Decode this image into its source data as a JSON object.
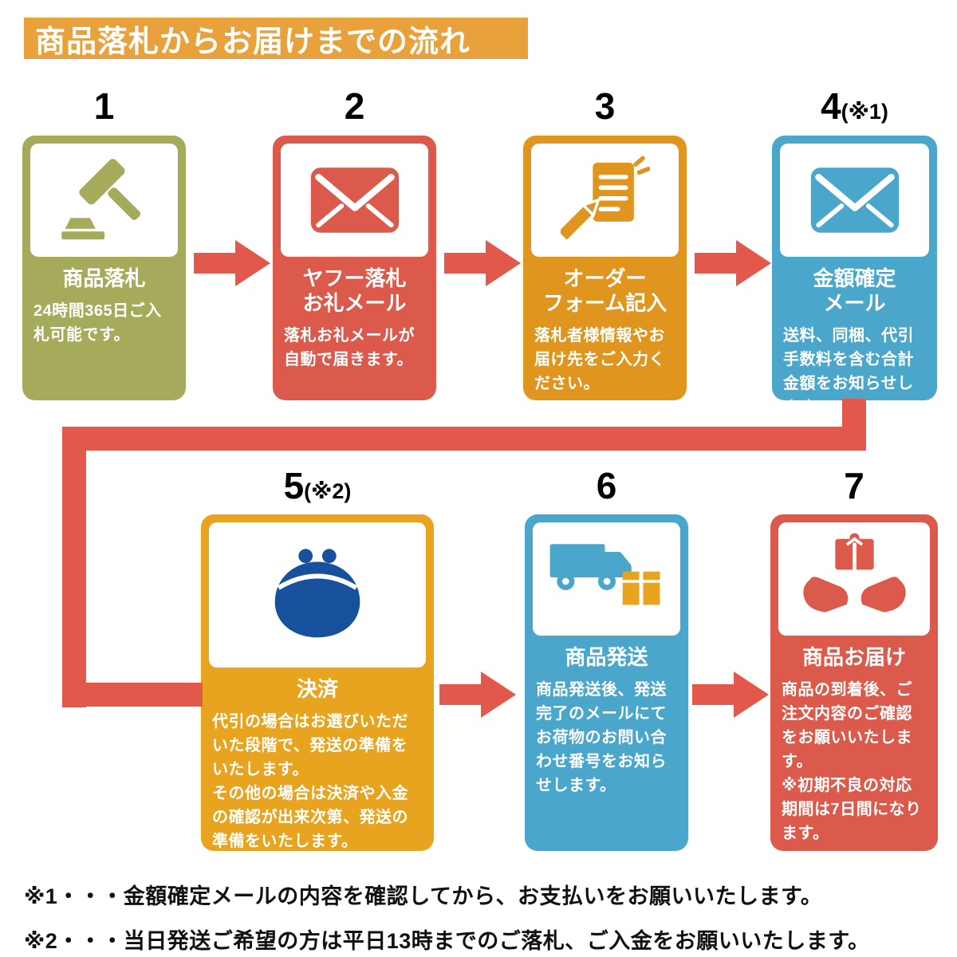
{
  "header": {
    "title": "商品落札からお届けまでの流れ"
  },
  "colors": {
    "banner_orange": "#E9A23B",
    "olive": "#A5AB5A",
    "red": "#DB5A4B",
    "orange": "#E0951E",
    "orange_payment": "#E8A41F",
    "blue": "#4AA7CB",
    "arrow_red": "#E2584A",
    "purse_navy": "#17519E",
    "text_black": "#111111"
  },
  "steps": [
    {
      "number": "1",
      "number_suffix": "",
      "title": "商品落札",
      "desc": "24時間365日ご入札可能です。",
      "icon": "gavel-icon",
      "color": "#A5AB5A"
    },
    {
      "number": "2",
      "number_suffix": "",
      "title": "ヤフー落札\nお礼メール",
      "desc": "落札お礼メールが自動で届きます。",
      "icon": "mail-icon",
      "color": "#DB5A4B"
    },
    {
      "number": "3",
      "number_suffix": "",
      "title": "オーダー\nフォーム記入",
      "desc": "落札者様情報やお届け先をご入力ください。",
      "icon": "order-form-icon",
      "color": "#E0951E"
    },
    {
      "number": "4",
      "number_suffix": "(※1)",
      "title": "金額確定\nメール",
      "desc": "送料、同梱、代引手数料を含む合計金額をお知らせします。",
      "icon": "mail-icon",
      "color": "#4AA7CB"
    },
    {
      "number": "5",
      "number_suffix": "(※2)",
      "title": "決済",
      "desc": "代引の場合はお選びいただいた段階で、発送の準備をいたします。\nその他の場合は決済や入金の確認が出来次第、発送の準備をいたします。",
      "icon": "coin-purse-icon",
      "color": "#E8A41F"
    },
    {
      "number": "6",
      "number_suffix": "",
      "title": "商品発送",
      "desc": "商品発送後、発送完了のメールにてお荷物のお問い合わせ番号をお知らせします。",
      "icon": "truck-icon",
      "color": "#4AA7CB"
    },
    {
      "number": "7",
      "number_suffix": "",
      "title": "商品お届け",
      "desc": "商品の到着後、ご注文内容のご確認をお願いいたします。\n※初期不良の対応期間は7日間になります。",
      "icon": "delivery-hands-icon",
      "color": "#DB5A4B"
    }
  ],
  "notes": [
    "※1・・・金額確定メールの内容を確認してから、お支払いをお願いいたします。",
    "※2・・・当日発送ご希望の方は平日13時までのご落札、ご入金をお願いいたします。"
  ]
}
